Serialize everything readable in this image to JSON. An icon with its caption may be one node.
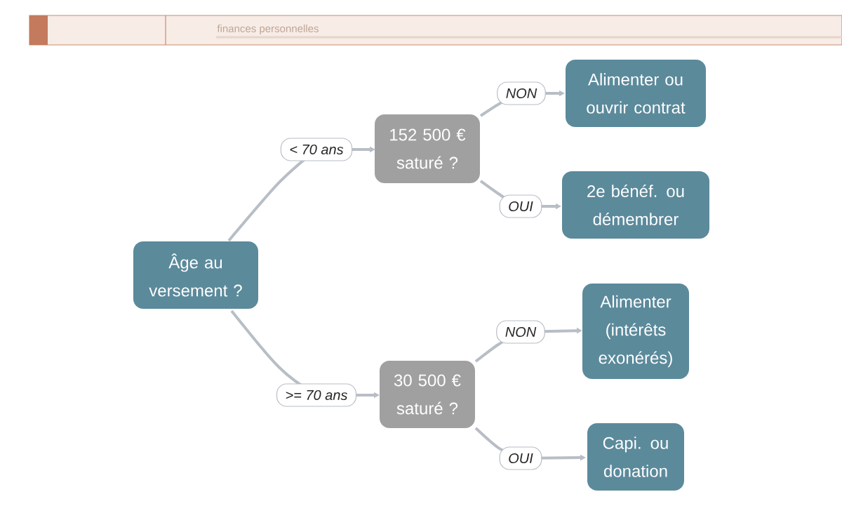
{
  "diagram": {
    "nodes": [
      {
        "text": [
          "Âge au versement ?"
        ]
      },
      {
        "text": [
          "152 500 € saturé ?"
        ]
      },
      {
        "text": [
          "30 500 € saturé ?"
        ]
      },
      {
        "text": [
          "Alimenter ou ouvrir contrat"
        ]
      },
      {
        "text": [
          "2e bénéf. ou démembrer"
        ]
      },
      {
        "text": [
          "Alimenter (intérêts exonérés)"
        ]
      },
      {
        "text": [
          "Capi. ou donation"
        ]
      }
    ],
    "edges": [
      {
        "from": 0,
        "to": 1,
        "arrow": "to",
        "label": "< 70 ans"
      },
      {
        "from": 0,
        "to": 2,
        "arrow": "to",
        "label": ">= 70 ans"
      },
      {
        "from": 1,
        "to": 3,
        "arrow": "to",
        "label": "NON"
      },
      {
        "from": 1,
        "to": 4,
        "arrow": "to",
        "label": "OUI"
      },
      {
        "from": 2,
        "to": 5,
        "arrow": "to",
        "label": "NON"
      },
      {
        "from": 2,
        "to": 6,
        "arrow": "to",
        "label": "OUI"
      }
    ],
    "labels": [
      "finances personnelles"
    ]
  }
}
